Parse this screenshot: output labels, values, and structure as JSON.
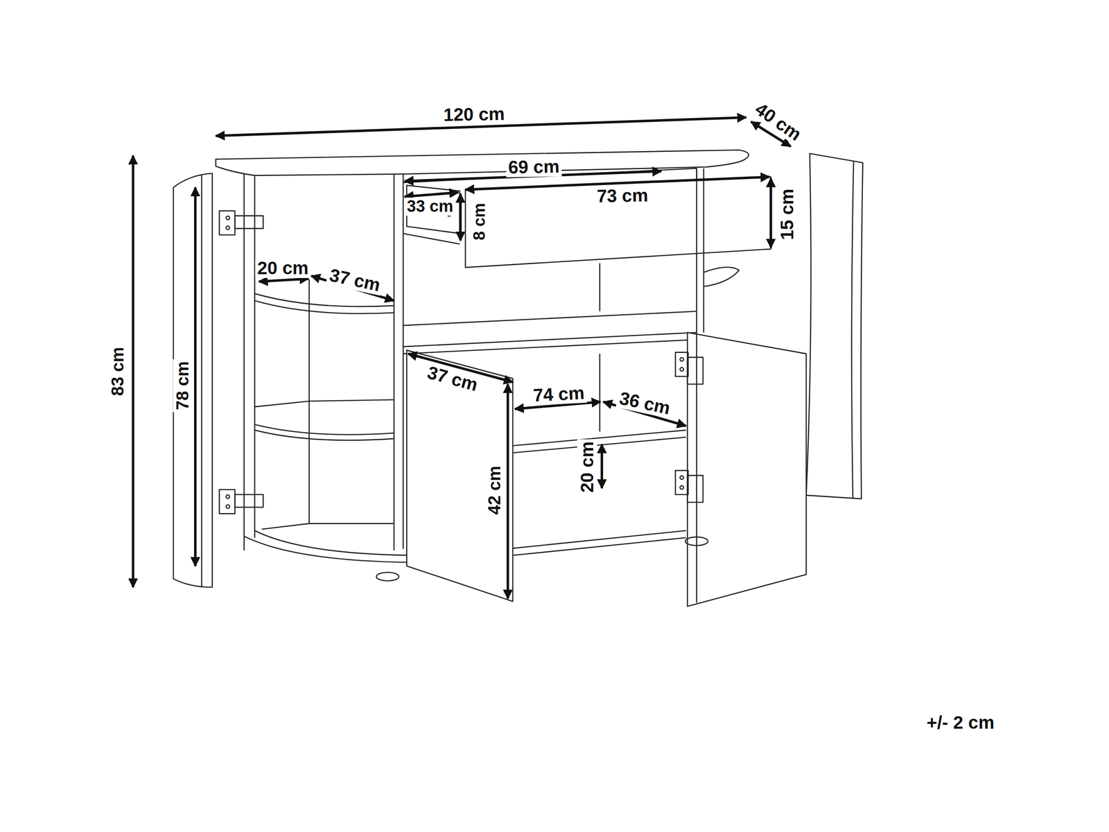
{
  "diagram": {
    "labels": [
      "120 cm",
      "40 cm",
      "69 cm",
      "73 cm",
      "33 cm",
      "8 cm",
      "15 cm",
      "83 cm",
      "78 cm",
      "20 cm",
      "37 cm",
      "37 cm",
      "74 cm",
      "36 cm",
      "20 cm",
      "42 cm",
      "+/- 2 cm"
    ]
  }
}
